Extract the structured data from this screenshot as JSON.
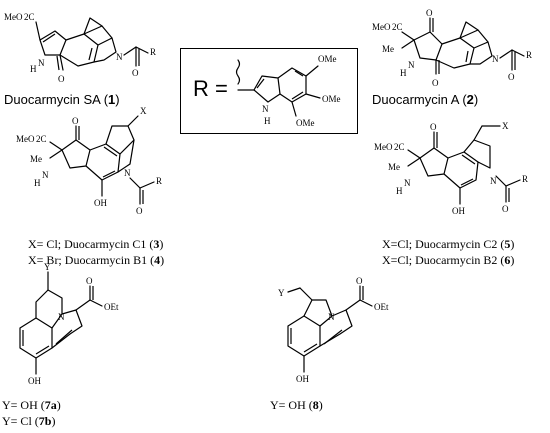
{
  "rgroup": {
    "label": "R =",
    "substituents": [
      "OMe",
      "OMe",
      "OMe"
    ],
    "nh": "N",
    "h": "H"
  },
  "compounds": [
    {
      "id": "duocarmycin-sa",
      "name": "Duocarmycin SA",
      "number": "1"
    },
    {
      "id": "duocarmycin-a",
      "name": "Duocarmycin A",
      "number": "2"
    }
  ],
  "variant_captions": [
    {
      "prefix": "X= Cl; ",
      "name": "Duocarmycin C1",
      "number": "3"
    },
    {
      "prefix": "X= Br; ",
      "name": "Duocarmycin B1",
      "number": "4"
    },
    {
      "prefix": "X=Cl; ",
      "name": "Duocarmycin C2",
      "number": "5"
    },
    {
      "prefix": "X=Cl; ",
      "name": "Duocarmycin B2",
      "number": "6"
    }
  ],
  "fragment_captions": [
    {
      "prefix": "Y= OH ",
      "number": "7a"
    },
    {
      "prefix": "Y= Cl  ",
      "number": "7b"
    },
    {
      "prefix": "Y= OH ",
      "number": "8"
    }
  ],
  "atom_labels": {
    "meo2c": "MeO",
    "co2": "C",
    "o": "O",
    "n": "N",
    "h": "H",
    "r": "R",
    "me": "Me",
    "x": "X",
    "y": "Y",
    "oh": "OH",
    "oet": "OEt",
    "two": "2"
  }
}
